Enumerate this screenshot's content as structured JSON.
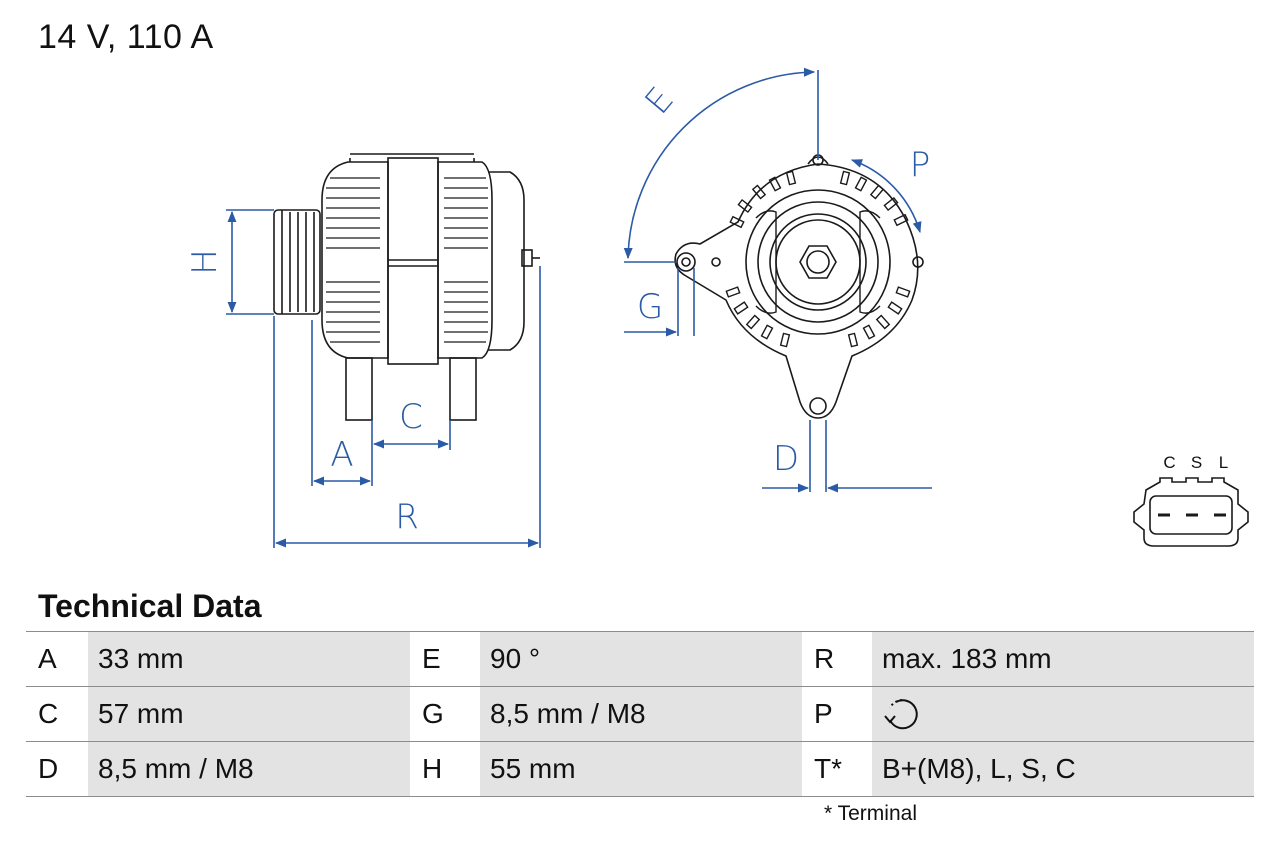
{
  "header": {
    "title": "14 V, 110 A"
  },
  "drawing": {
    "dimension_labels": {
      "H": "H",
      "A": "A",
      "C": "C",
      "R": "R",
      "E": "E",
      "P": "P",
      "G": "G",
      "D": "D"
    },
    "connector_labels": [
      "C",
      "S",
      "L"
    ],
    "line_color": "#1a1a1a",
    "dimension_color": "#2b5aa6"
  },
  "technical_data": {
    "title": "Technical Data",
    "rows": [
      [
        {
          "key": "A",
          "value": "33 mm"
        },
        {
          "key": "E",
          "value": "90 °"
        },
        {
          "key": "R",
          "value": "max. 183 mm"
        }
      ],
      [
        {
          "key": "C",
          "value": "57 mm"
        },
        {
          "key": "G",
          "value": "8,5 mm / M8"
        },
        {
          "key": "P",
          "value": ""
        }
      ],
      [
        {
          "key": "D",
          "value": "8,5 mm / M8"
        },
        {
          "key": "H",
          "value": "55 mm"
        },
        {
          "key": "T*",
          "value": "B+(M8), L, S, C"
        }
      ]
    ],
    "rotation_icon": "clockwise-rotation-icon",
    "footnote": "* Terminal"
  }
}
